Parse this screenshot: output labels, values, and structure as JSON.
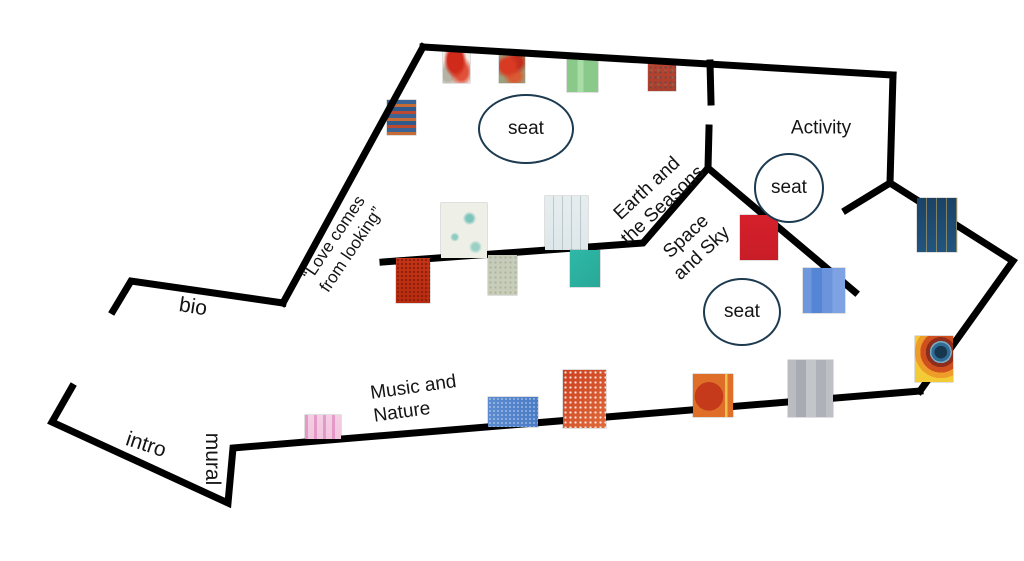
{
  "map": {
    "quote": {
      "line1": "“Love comes",
      "line2": "from looking”"
    },
    "entries": {
      "bio": "bio",
      "intro": "intro",
      "mural": "mural"
    },
    "zones": {
      "activity": "Activity",
      "earth_line1": "Earth and",
      "earth_line2": "the Seasons",
      "space_line1": "Space",
      "space_line2": "and Sky",
      "music_line1": "Music and",
      "music_line2": "Nature"
    },
    "seat_label": "seat",
    "seat_count": 3,
    "colors": {
      "wall": "#000000",
      "seat_outline": "#1c3a50",
      "text": "#141414"
    },
    "artworks": [
      {
        "name": "abstract-red-on-white",
        "palette": [
          "#f3efe7",
          "#cf2a1a"
        ]
      },
      {
        "name": "red-floral-abstract",
        "palette": [
          "#9aa07a",
          "#d93a23"
        ]
      },
      {
        "name": "green-field",
        "palette": [
          "#8bc98b",
          "#a9dda7"
        ]
      },
      {
        "name": "rust-speckle",
        "palette": [
          "#b5402f",
          "#6e4a44"
        ]
      },
      {
        "name": "blue-orange-stripes",
        "palette": [
          "#3a6496",
          "#c76b36"
        ]
      },
      {
        "name": "red-texture",
        "palette": [
          "#c53517",
          "#8c1f0c"
        ]
      },
      {
        "name": "cream-teal-flecks",
        "palette": [
          "#eef0e8",
          "#7fc4bb"
        ]
      },
      {
        "name": "sage-speckle",
        "palette": [
          "#c6cbbb",
          "#aab298"
        ]
      },
      {
        "name": "pale-blue-dotted",
        "palette": [
          "#e3eaec"
        ]
      },
      {
        "name": "teal-field",
        "palette": [
          "#2fb8a7"
        ]
      },
      {
        "name": "crimson-square",
        "palette": [
          "#d5202b"
        ]
      },
      {
        "name": "cornflower-streaks",
        "palette": [
          "#5c8bd0"
        ]
      },
      {
        "name": "navy-denim-dotted",
        "palette": [
          "#1d4a70",
          "#d8b25c"
        ]
      },
      {
        "name": "yellow-target-circles",
        "palette": [
          "#f3cb36",
          "#cf4f1e",
          "#2e6b96",
          "#17374e"
        ]
      },
      {
        "name": "pink-streaks",
        "palette": [
          "#f4cfe4",
          "#d668b1"
        ]
      },
      {
        "name": "blue-speckle",
        "palette": [
          "#4d80c8"
        ]
      },
      {
        "name": "red-white-dots",
        "palette": [
          "#d24a26",
          "#ffffff"
        ]
      },
      {
        "name": "orange-red-circle",
        "palette": [
          "#de6e28",
          "#c43a1b",
          "#efc14a"
        ]
      },
      {
        "name": "gray-streaks",
        "palette": [
          "#b9bcc0"
        ]
      }
    ]
  }
}
